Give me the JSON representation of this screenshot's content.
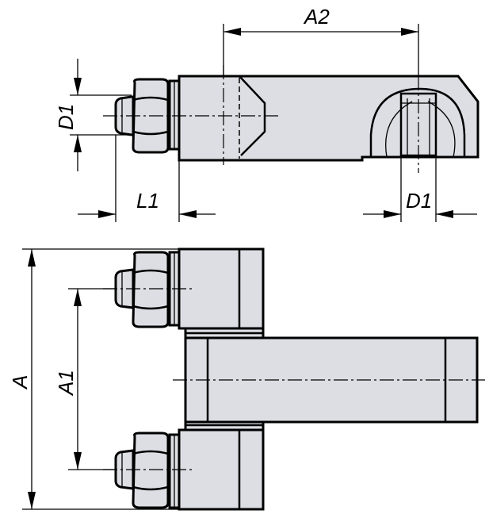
{
  "dimensions": {
    "a": "A",
    "a1": "A1",
    "a2": "A2",
    "d1_left": "D1",
    "d1_right": "D1",
    "l1": "L1"
  }
}
